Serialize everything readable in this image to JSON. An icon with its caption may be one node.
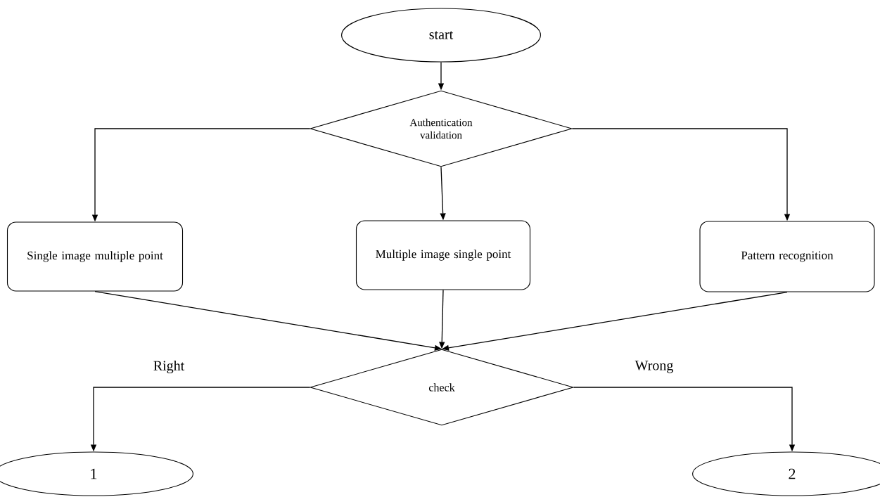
{
  "diagram": {
    "nodes": [
      {
        "text": [
          "start"
        ]
      },
      {
        "text": [
          "Authentication validation"
        ]
      },
      {
        "text": [
          "Single image multiple point"
        ]
      },
      {
        "text": [
          "Multiple image single point"
        ]
      },
      {
        "text": [
          "Pattern recognition"
        ]
      },
      {
        "text": [
          "check"
        ]
      },
      {
        "text": [
          "1"
        ]
      },
      {
        "text": [
          "2"
        ]
      }
    ],
    "edges": [
      {
        "from": 0,
        "to": 1,
        "arrow": "to"
      },
      {
        "from": 1,
        "to": 2,
        "arrow": "to"
      },
      {
        "from": 1,
        "to": 3,
        "arrow": "to"
      },
      {
        "from": 1,
        "to": 4,
        "arrow": "to"
      },
      {
        "from": 2,
        "to": 5,
        "arrow": "to"
      },
      {
        "from": 3,
        "to": 5,
        "arrow": "to"
      },
      {
        "from": 4,
        "to": 5,
        "arrow": "to"
      },
      {
        "from": 5,
        "to": 6,
        "label": "Right",
        "arrow": "to"
      },
      {
        "from": 5,
        "to": 7,
        "label": "Wrong",
        "arrow": "to"
      }
    ]
  }
}
